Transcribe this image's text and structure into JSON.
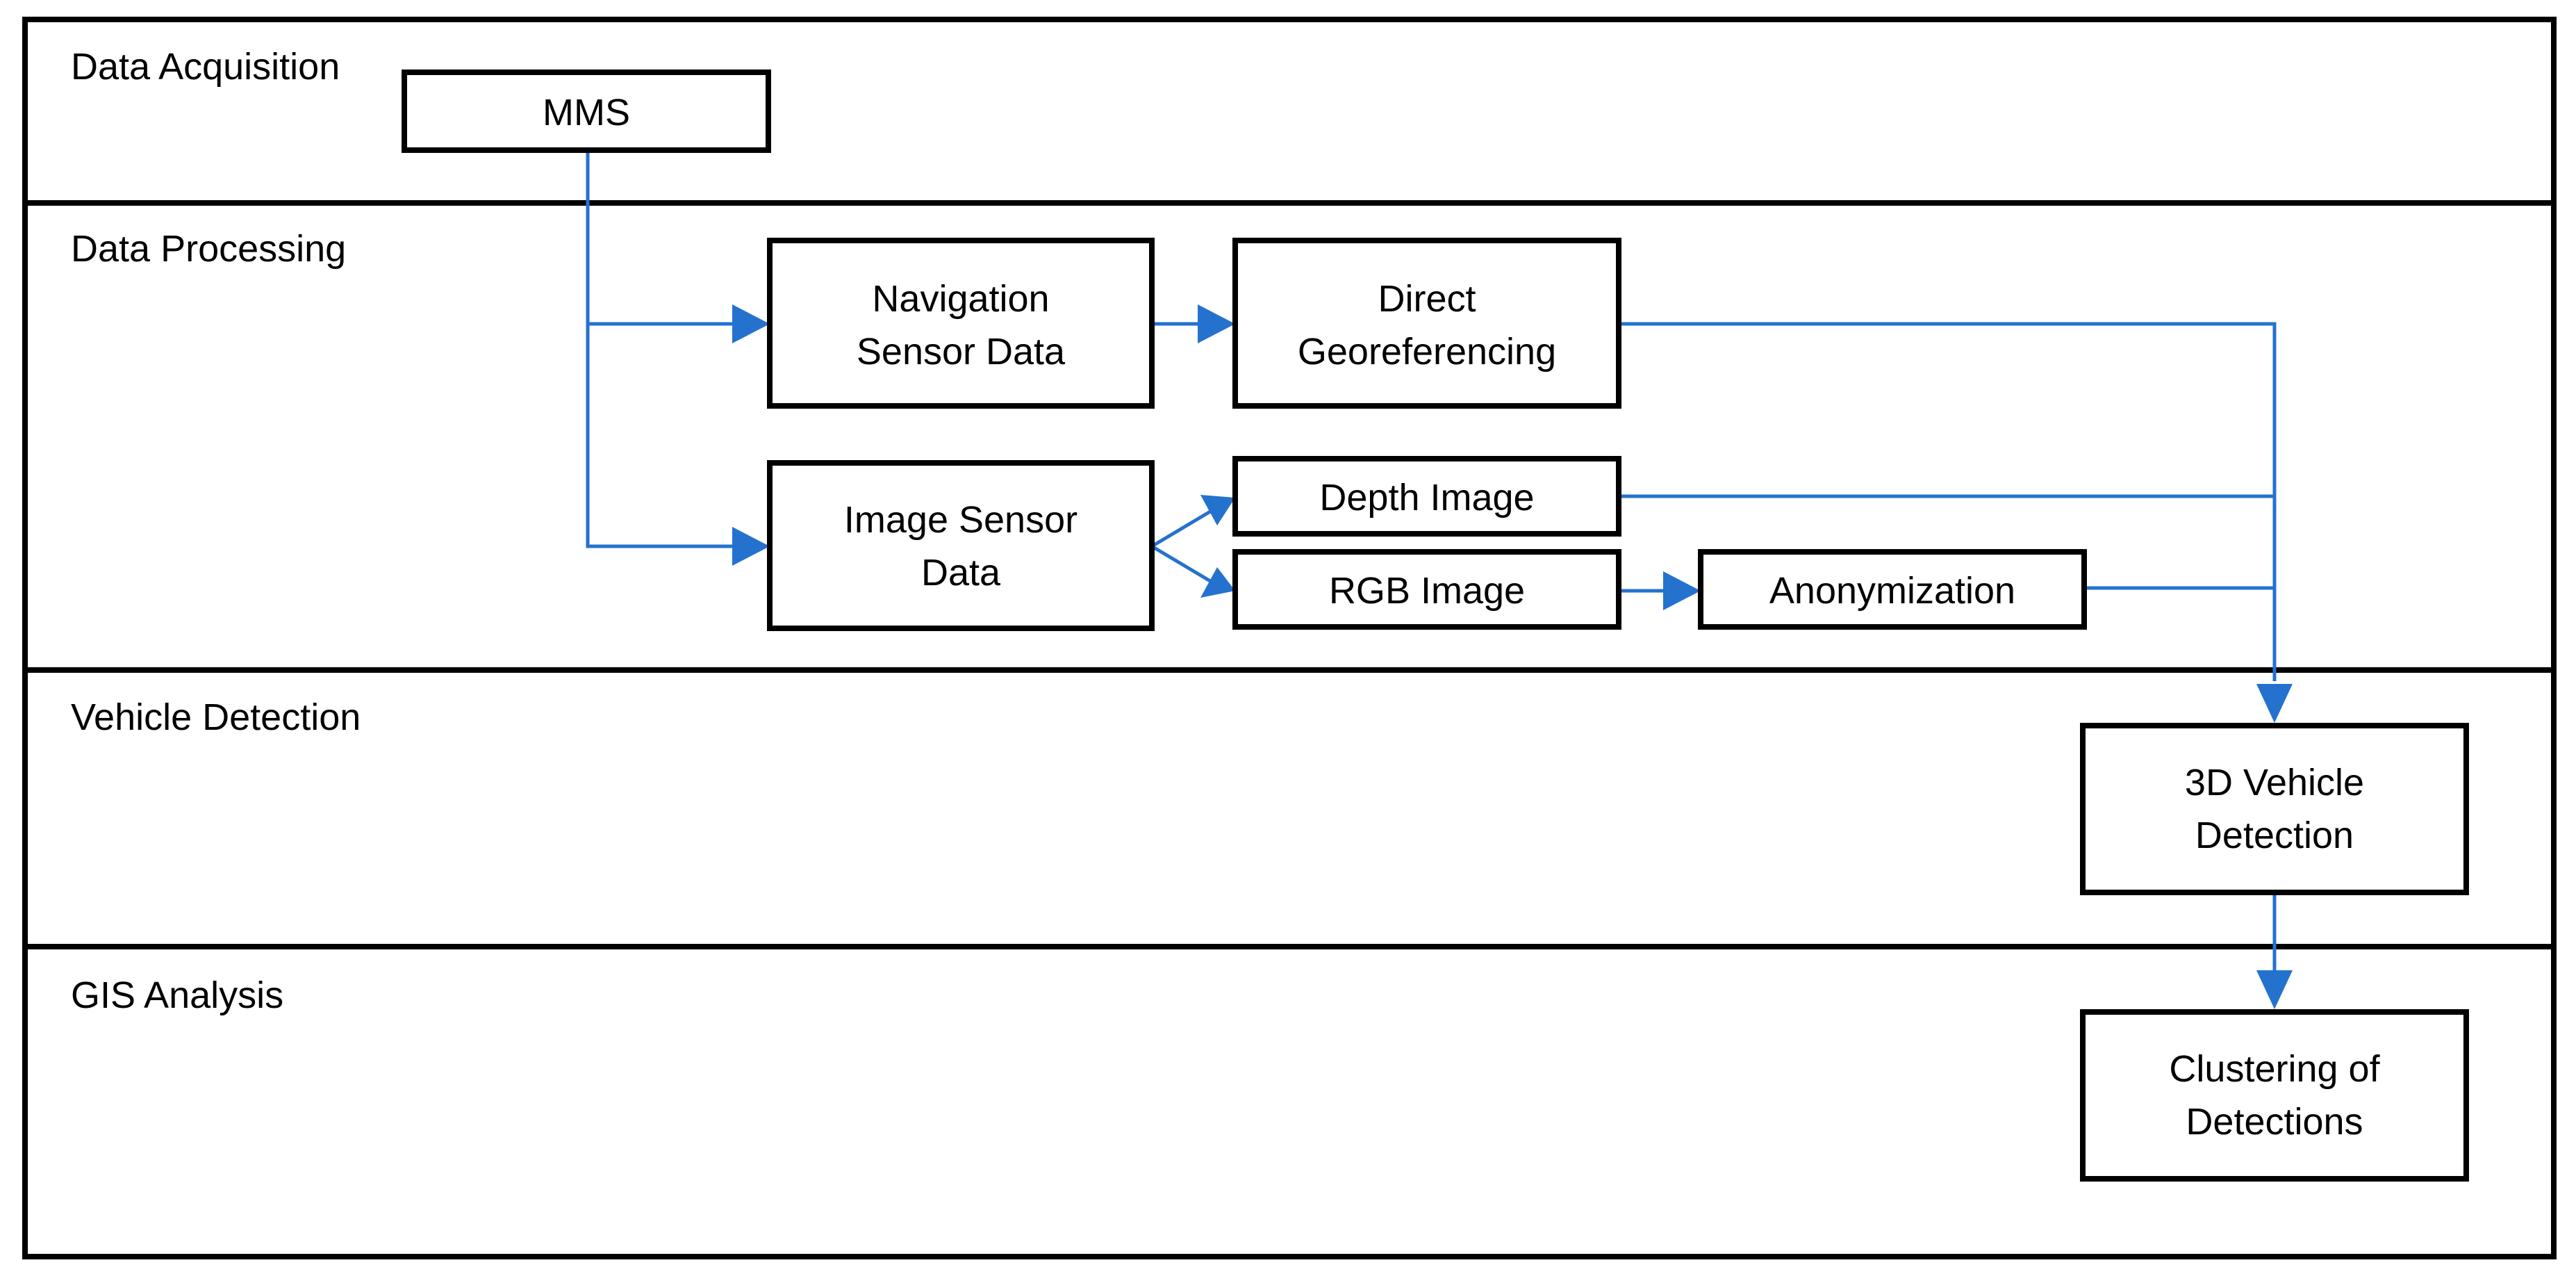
{
  "lanes": [
    {
      "id": "acq",
      "label": "Data Acquisition"
    },
    {
      "id": "proc",
      "label": "Data Processing"
    },
    {
      "id": "det",
      "label": "Vehicle Detection"
    },
    {
      "id": "gis",
      "label": "GIS Analysis"
    }
  ],
  "nodes": {
    "mms": {
      "lines": [
        "MMS"
      ]
    },
    "nav": {
      "lines": [
        "Navigation",
        "Sensor Data"
      ]
    },
    "georef": {
      "lines": [
        "Direct",
        "Georeferencing"
      ]
    },
    "imgsensor": {
      "lines": [
        "Image Sensor",
        "Data"
      ]
    },
    "depth": {
      "lines": [
        "Depth Image"
      ]
    },
    "rgb": {
      "lines": [
        "RGB Image"
      ]
    },
    "anon": {
      "lines": [
        "Anonymization"
      ]
    },
    "det3d": {
      "lines": [
        "3D Vehicle",
        "Detection"
      ]
    },
    "cluster": {
      "lines": [
        "Clustering of",
        "Detections"
      ]
    }
  },
  "edges": [
    {
      "from": "mms",
      "to": "nav"
    },
    {
      "from": "mms",
      "to": "imgsensor"
    },
    {
      "from": "nav",
      "to": "georef"
    },
    {
      "from": "imgsensor",
      "to": "depth"
    },
    {
      "from": "imgsensor",
      "to": "rgb"
    },
    {
      "from": "rgb",
      "to": "anon"
    },
    {
      "from": "georef",
      "to": "det3d"
    },
    {
      "from": "depth",
      "to": "det3d"
    },
    {
      "from": "anon",
      "to": "det3d"
    },
    {
      "from": "det3d",
      "to": "cluster"
    }
  ],
  "colors": {
    "connector": "#2472CE",
    "border": "#000000",
    "background": "#ffffff"
  }
}
